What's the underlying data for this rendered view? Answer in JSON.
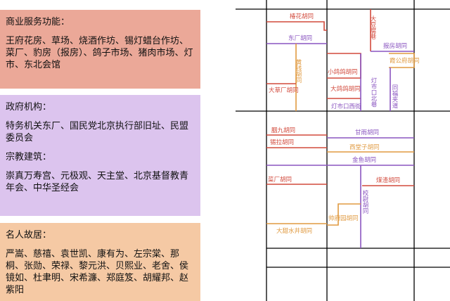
{
  "legend": {
    "commerce": {
      "heading": "商业服务功能：",
      "items": "王府花房、草场、烧酒作坊、锡灯蜡台作坊、菜厂、豹房（报房）、鸽子市场、猪肉市场、灯市、东北会馆"
    },
    "government": {
      "heading": "政府机构：",
      "items": "特务机关东厂、国民党北京执行部旧址、民盟委员会",
      "religion_heading": "宗教建筑：",
      "religion_items": "崇真万寿宫、元极观、天主堂、北京基督教青年会、中华圣经会"
    },
    "residences": {
      "heading": "名人故居：",
      "items": "严嵩、慈禧、袁世凯、康有为、左宗棠、那桐、张勋、荣禄、黎元洪、贝熙业、老舍、侯镜如、杜聿明、宋希濂、郑庭笈、胡耀邦、赵紫阳"
    }
  },
  "colors": {
    "commerce": "#d24a3c",
    "government": "#8a55c0",
    "residence": "#e09a40",
    "road": "#000000"
  },
  "map": {
    "labels": {
      "l1": "椿花胡同",
      "l2": "大豆腐巷",
      "l3": "东厂胡同",
      "l4": "报房胡同",
      "l5": "霞公府胡同",
      "l6": "黄钱胡同",
      "l7": "小鸽鸽胡同",
      "l8": "大鸽鸽胡同",
      "l9": "大草厂胡同",
      "l10": "灯市口北巷",
      "l11": "同福夹道",
      "l12": "灯市口西街",
      "l13": "胭九胡同",
      "l14": "甘雨胡同",
      "l15": "锡拉胡同",
      "l16": "西堂子胡同",
      "l17": "金鱼胡同",
      "l18": "菜厂胡同",
      "l19": "煤渣胡同",
      "l20": "校尉胡同",
      "l21": "帅府园胡同",
      "l22": "大甜水井胡同"
    }
  }
}
